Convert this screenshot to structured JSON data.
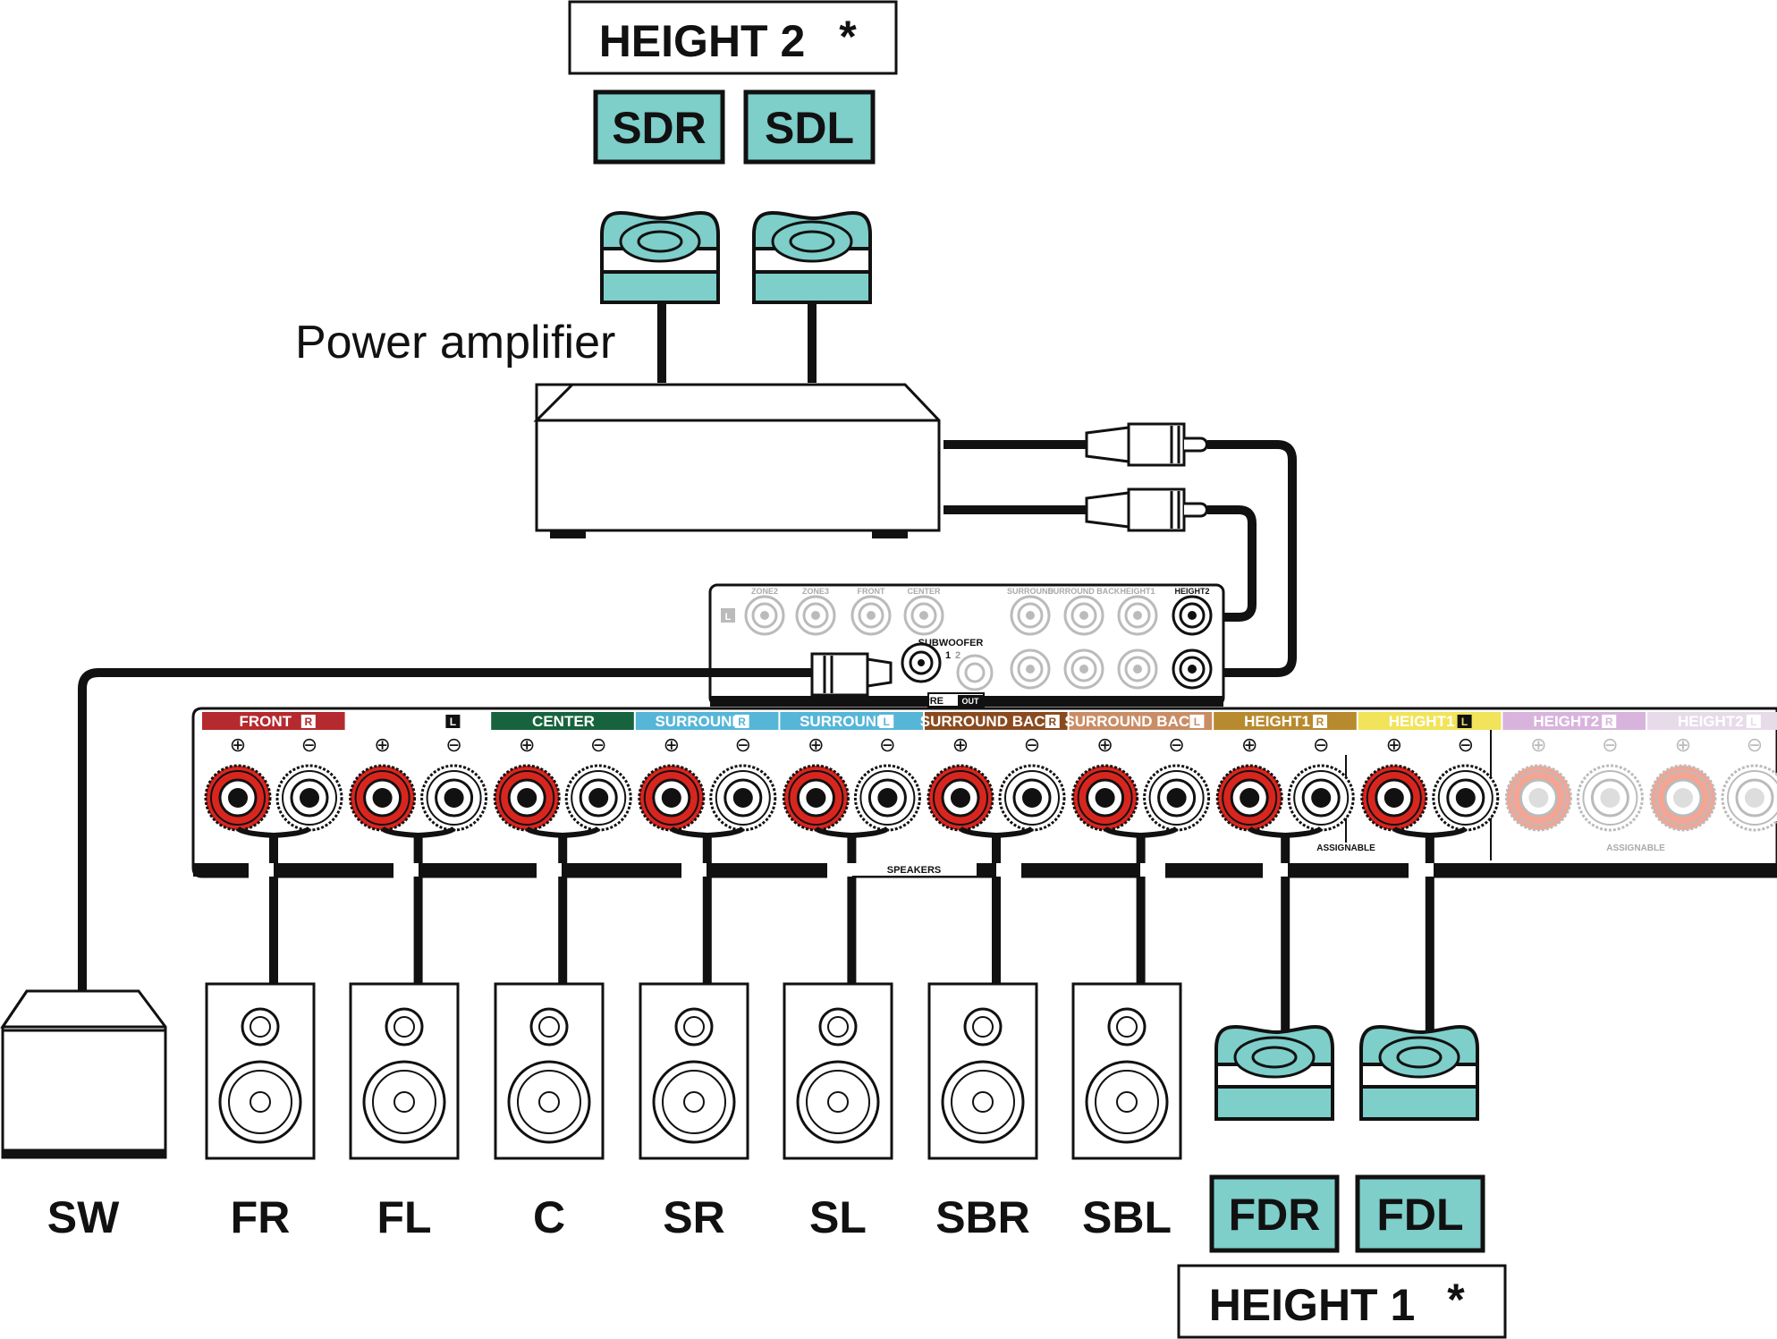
{
  "colors": {
    "teal": "#7ececa",
    "red_post": "#d8261f",
    "front_r": "#b52a2e",
    "front_l": "#ffffff",
    "center": "#17633d",
    "surround": "#56b6d8",
    "surround_back_r": "#8a4a1f",
    "surround_back_l": "#c98d66",
    "height1_r": "#b78a2f",
    "height1_l": "#f1e45a",
    "height2_r": "#d8b4dd",
    "height2_l": "#e7dbea"
  },
  "labels": {
    "height2_box": "HEIGHT 2",
    "height1_box": "HEIGHT 1",
    "asterisk": "*",
    "sdr": "SDR",
    "sdl": "SDL",
    "fdr": "FDR",
    "fdl": "FDL",
    "power_amplifier": "Power amplifier"
  },
  "speakers": [
    "SW",
    "FR",
    "FL",
    "C",
    "SR",
    "SL",
    "SBR",
    "SBL"
  ],
  "terminals": [
    {
      "label": "FRONT",
      "side": "R"
    },
    {
      "label": "FRONT",
      "side": "L"
    },
    {
      "label": "CENTER",
      "side": ""
    },
    {
      "label": "SURROUND",
      "side": "R"
    },
    {
      "label": "SURROUND",
      "side": "L"
    },
    {
      "label": "SURROUND BACK",
      "side": "R"
    },
    {
      "label": "SURROUND BACK",
      "side": "L"
    },
    {
      "label": "HEIGHT1",
      "side": "R"
    },
    {
      "label": "HEIGHT1",
      "side": "L"
    },
    {
      "label": "HEIGHT2",
      "side": "R"
    },
    {
      "label": "HEIGHT2",
      "side": "L"
    }
  ],
  "panel_text": {
    "speakers": "SPEAKERS",
    "assignable_1": "ASSIGNABLE",
    "assignable_2": "ASSIGNABLE",
    "plus": "⊕",
    "minus": "⊖"
  },
  "preout": {
    "jacks_top": [
      "ZONE2",
      "ZONE3",
      "FRONT",
      "CENTER",
      "SURROUND",
      "SURROUND BACK",
      "HEIGHT1",
      "HEIGHT2"
    ],
    "left_marker": "L",
    "subwoofer": "SUBWOOFER",
    "sub_1": "1",
    "sub_2": "2",
    "pre": "PRE",
    "out": "OUT"
  }
}
